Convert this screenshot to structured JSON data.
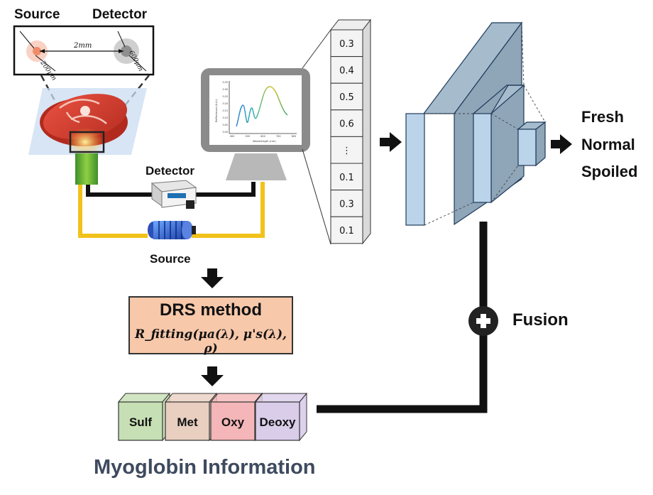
{
  "probe": {
    "source_label": "Source",
    "detector_label": "Detector",
    "distance": "2mm",
    "source_size": "200μm",
    "detector_size": "600μm"
  },
  "setup": {
    "detector_label": "Detector",
    "source_label": "Source"
  },
  "vector": {
    "values": [
      "0.3",
      "0.4",
      "0.5",
      "0.6",
      "⋮",
      "0.1",
      "0.3",
      "0.1"
    ]
  },
  "outputs": [
    "Fresh",
    "Normal",
    "Spoiled"
  ],
  "drs": {
    "title": "DRS method",
    "formula": "R_fitting(μa(λ), μ's(λ), ρ)"
  },
  "fusion_label": "Fusion",
  "myoglobin": {
    "cubes": [
      {
        "label": "Sulf",
        "color": "#c6dfb4"
      },
      {
        "label": "Met",
        "color": "#e8cfc0"
      },
      {
        "label": "Oxy",
        "color": "#f4b6b8"
      },
      {
        "label": "Deoxy",
        "color": "#d9cdea"
      }
    ],
    "title": "Myoglobin Information"
  },
  "monitor_plot": {
    "ylabel": "Reflectance (A.U.)",
    "xlabel": "Wavelength (nm)",
    "x_ticks": [
      "400",
      "500",
      "600",
      "700",
      "800"
    ],
    "y_ticks": [
      "0.00",
      "0.05",
      "0.10",
      "0.15",
      "0.20",
      "0.25",
      "0.30",
      "0.35"
    ]
  },
  "colors": {
    "drs_fill": "#f7c8aa",
    "drs_border": "#333333",
    "cnn_face": "#9fb6c8",
    "cnn_front": "#bcd4ea",
    "fiber_yellow": "#f2c21b",
    "fiber_black": "#111111"
  }
}
